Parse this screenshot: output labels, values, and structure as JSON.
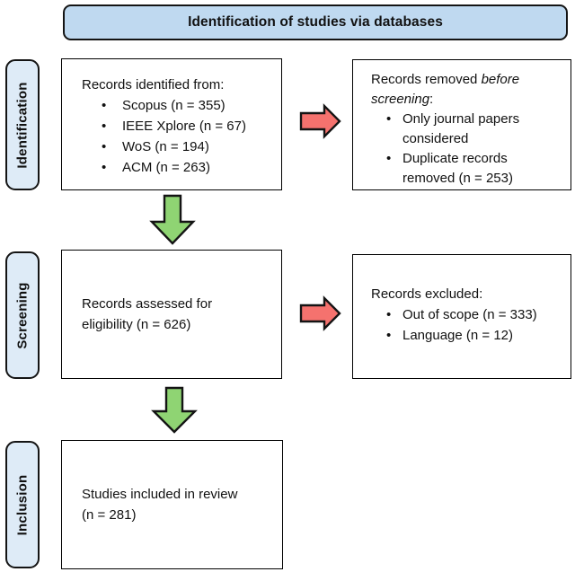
{
  "header": {
    "title": "Identification of studies via databases"
  },
  "stages": {
    "identification": "Identification",
    "screening": "Screening",
    "inclusion": "Inclusion"
  },
  "boxes": {
    "identified": {
      "title": "Records identified from:",
      "items": [
        "Scopus (n = 355)",
        "IEEE Xplore (n = 67)",
        "WoS (n = 194)",
        "ACM (n = 263)"
      ]
    },
    "removed": {
      "title_prefix": "Records removed ",
      "title_italic": "before screening",
      "title_suffix": ":",
      "items": [
        "Only journal papers considered",
        "Duplicate records removed (n = 253)"
      ]
    },
    "assessed": {
      "text": "Records assessed for eligibility (n = 626)"
    },
    "excluded": {
      "title": "Records excluded:",
      "items": [
        "Out of scope (n = 333)",
        "Language (n = 12)"
      ]
    },
    "included": {
      "text": "Studies included in review (n = 281)"
    }
  },
  "colors": {
    "header_fill": "#BFD9F0",
    "stage_fill": "#DEEBF7",
    "red_arrow": "#F5726E",
    "green_arrow": "#8FD473",
    "outline": "#141414"
  }
}
